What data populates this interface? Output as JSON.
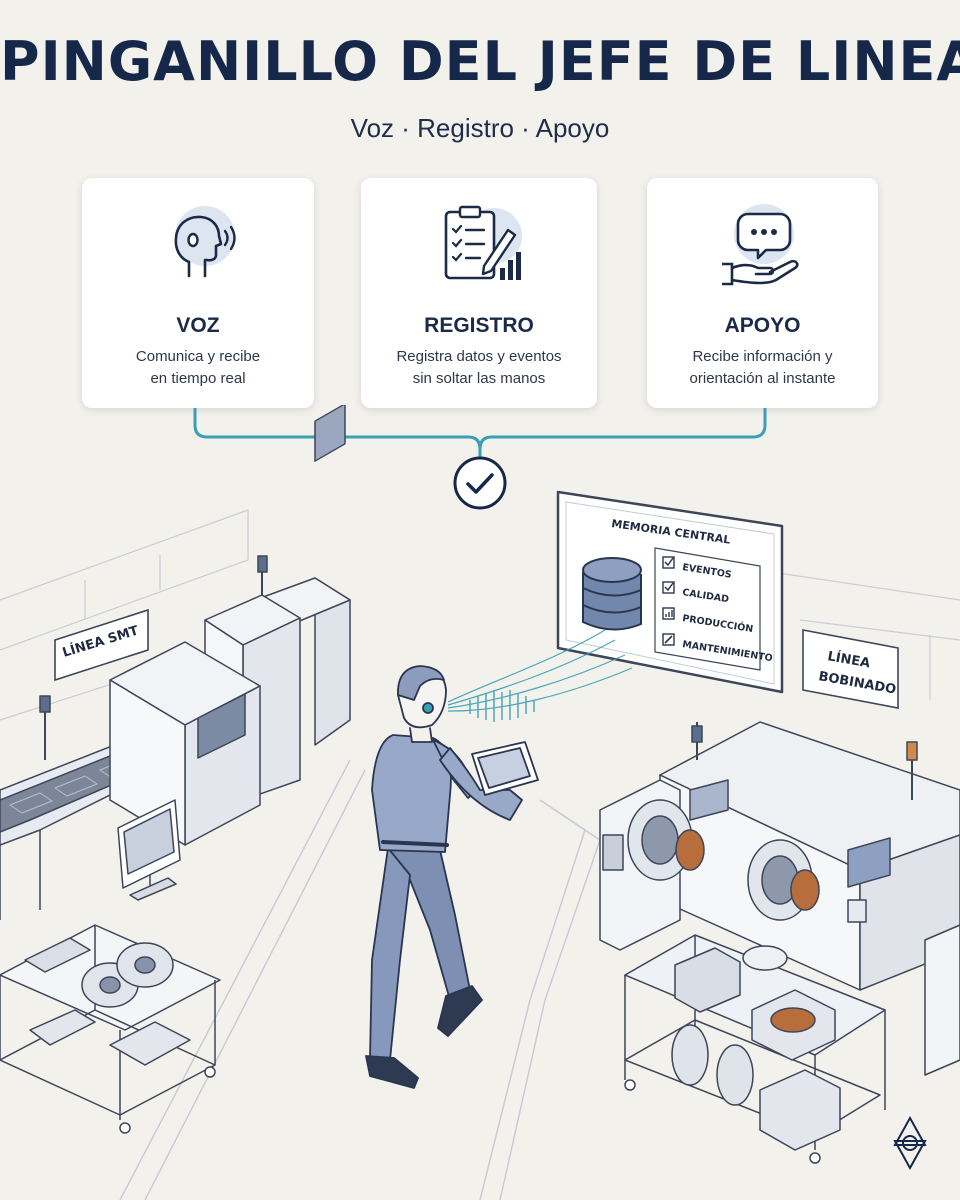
{
  "header": {
    "title": "PINGANILLO DEL JEFE DE LINEA",
    "subtitle": "Voz · Registro · Apoyo"
  },
  "cards": [
    {
      "icon": "head-speaking-icon",
      "title": "VOZ",
      "line1": "Comunica y recibe",
      "line2": "en tiempo real"
    },
    {
      "icon": "clipboard-checklist-icon",
      "title": "REGISTRO",
      "line1": "Registra datos y eventos",
      "line2": "sin soltar las manos"
    },
    {
      "icon": "hand-chat-bubble-icon",
      "title": "APOYO",
      "line1": "Recibe información y",
      "line2": "orientación al instante"
    }
  ],
  "connector": {
    "icon": "check-circle-icon"
  },
  "memory_panel": {
    "title": "MEMORIA CENTRAL",
    "items": [
      "EVENTOS",
      "CALIDAD",
      "PRODUCCIÓN",
      "MANTENIMIENTO"
    ]
  },
  "line_left": {
    "label": "LÍNEA SMT"
  },
  "line_right": {
    "label_line1": "LÍNEA",
    "label_line2": "BOBINADO"
  },
  "colors": {
    "navy": "#16284a",
    "accent": "#3a9fb3",
    "worker": "#8f9fc2",
    "background": "#f3f1ec"
  }
}
